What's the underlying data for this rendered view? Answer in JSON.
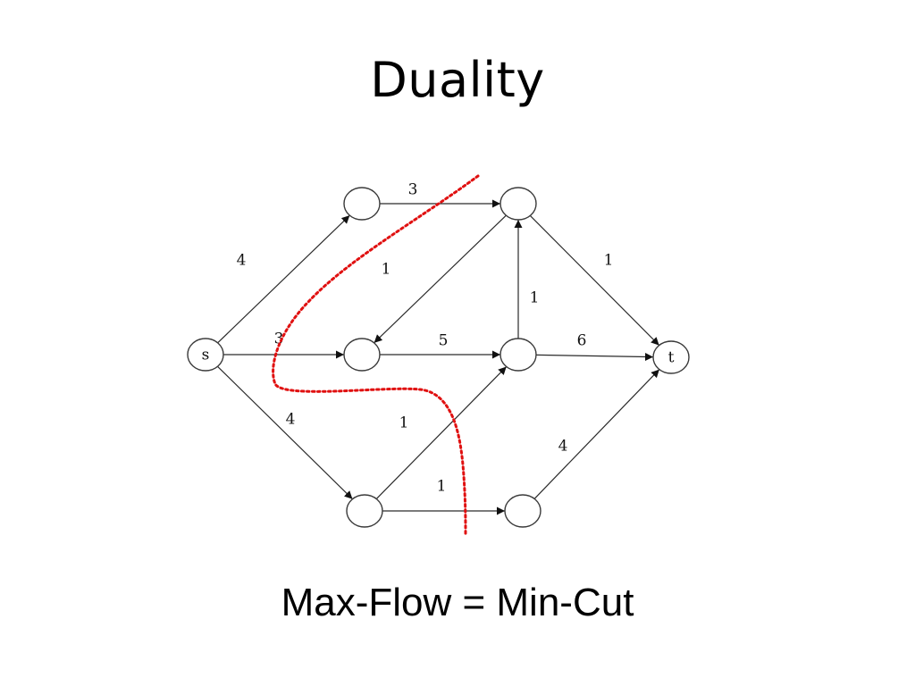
{
  "slide": {
    "title": "Duality",
    "caption": "Max-Flow = Min-Cut"
  },
  "graph": {
    "nodes": [
      {
        "id": "s",
        "label": "s"
      },
      {
        "id": "a",
        "label": ""
      },
      {
        "id": "b",
        "label": ""
      },
      {
        "id": "c",
        "label": ""
      },
      {
        "id": "d",
        "label": ""
      },
      {
        "id": "e",
        "label": ""
      },
      {
        "id": "f",
        "label": ""
      },
      {
        "id": "t",
        "label": "t"
      }
    ],
    "edges": [
      {
        "from": "s",
        "to": "a",
        "capacity": "4"
      },
      {
        "from": "s",
        "to": "b",
        "capacity": "3"
      },
      {
        "from": "s",
        "to": "c",
        "capacity": "4"
      },
      {
        "from": "a",
        "to": "d",
        "capacity": "3"
      },
      {
        "from": "d",
        "to": "b",
        "capacity": "1"
      },
      {
        "from": "b",
        "to": "e",
        "capacity": "5"
      },
      {
        "from": "e",
        "to": "d",
        "capacity": "1"
      },
      {
        "from": "d",
        "to": "t",
        "capacity": "1"
      },
      {
        "from": "e",
        "to": "t",
        "capacity": "6"
      },
      {
        "from": "c",
        "to": "e",
        "capacity": "1"
      },
      {
        "from": "c",
        "to": "f",
        "capacity": "1"
      },
      {
        "from": "f",
        "to": "t",
        "capacity": "4"
      }
    ],
    "colors": {
      "cut_line": "#e01010",
      "edges": "#2a2a2a",
      "nodes": "#3a3a3a"
    }
  }
}
